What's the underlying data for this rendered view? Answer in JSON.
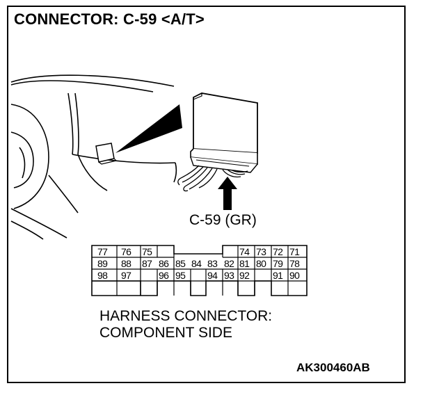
{
  "title": "CONNECTOR: C-59 <A/T>",
  "connector_label": "C-59 (GR)",
  "pins": {
    "row1": [
      "77",
      "76",
      "75",
      "74",
      "73",
      "72",
      "71"
    ],
    "row2": [
      "89",
      "88",
      "87",
      "86",
      "85",
      "84",
      "83",
      "82",
      "81",
      "80",
      "79",
      "78"
    ],
    "row3": [
      "98",
      "97",
      "96",
      "95",
      "94",
      "93",
      "92",
      "91",
      "90"
    ]
  },
  "caption": {
    "line1": "HARNESS CONNECTOR:",
    "line2": "COMPONENT SIDE"
  },
  "figure_id": "AK300460AB"
}
